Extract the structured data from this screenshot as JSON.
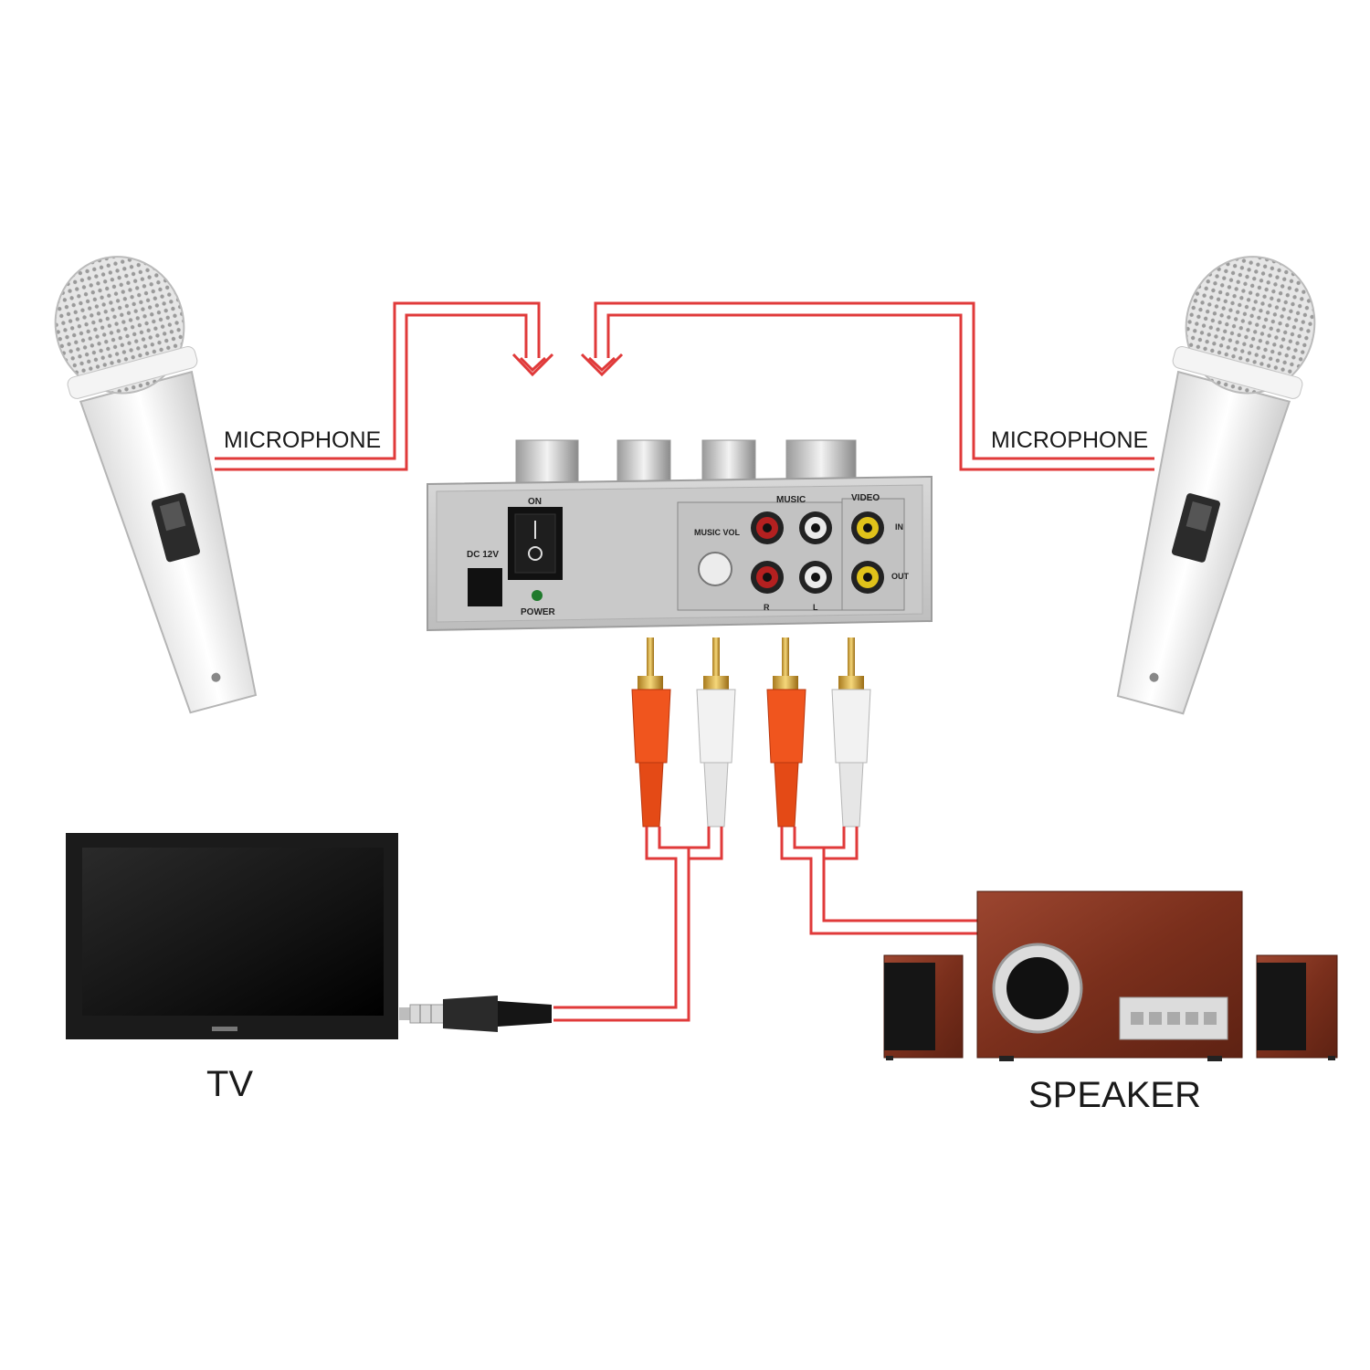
{
  "labels": {
    "mic_left": "MICROPHONE",
    "mic_right": "MICROPHONE",
    "tv": "TV",
    "speaker": "SPEAKER"
  },
  "mixer": {
    "on_label": "ON",
    "dc_label": "DC 12V",
    "power_label": "POWER",
    "music_vol_label": "MUSIC VOL",
    "music_group": "MUSIC",
    "video_group": "VIDEO",
    "in_label": "IN",
    "out_label": "OUT",
    "r_label": "R",
    "l_label": "L"
  },
  "colors": {
    "wire_red": "#e03a3a",
    "plug_red": "#f0551e",
    "plug_white": "#f2f2f2",
    "wood": "#8a3a24",
    "mixer_body": "#cfcfcf"
  },
  "icons": [
    "microphone-icon",
    "karaoke-mixer-icon",
    "tv-icon",
    "speaker-system-icon",
    "rca-plug-icon",
    "audio-jack-icon",
    "arrow-down-icon"
  ]
}
